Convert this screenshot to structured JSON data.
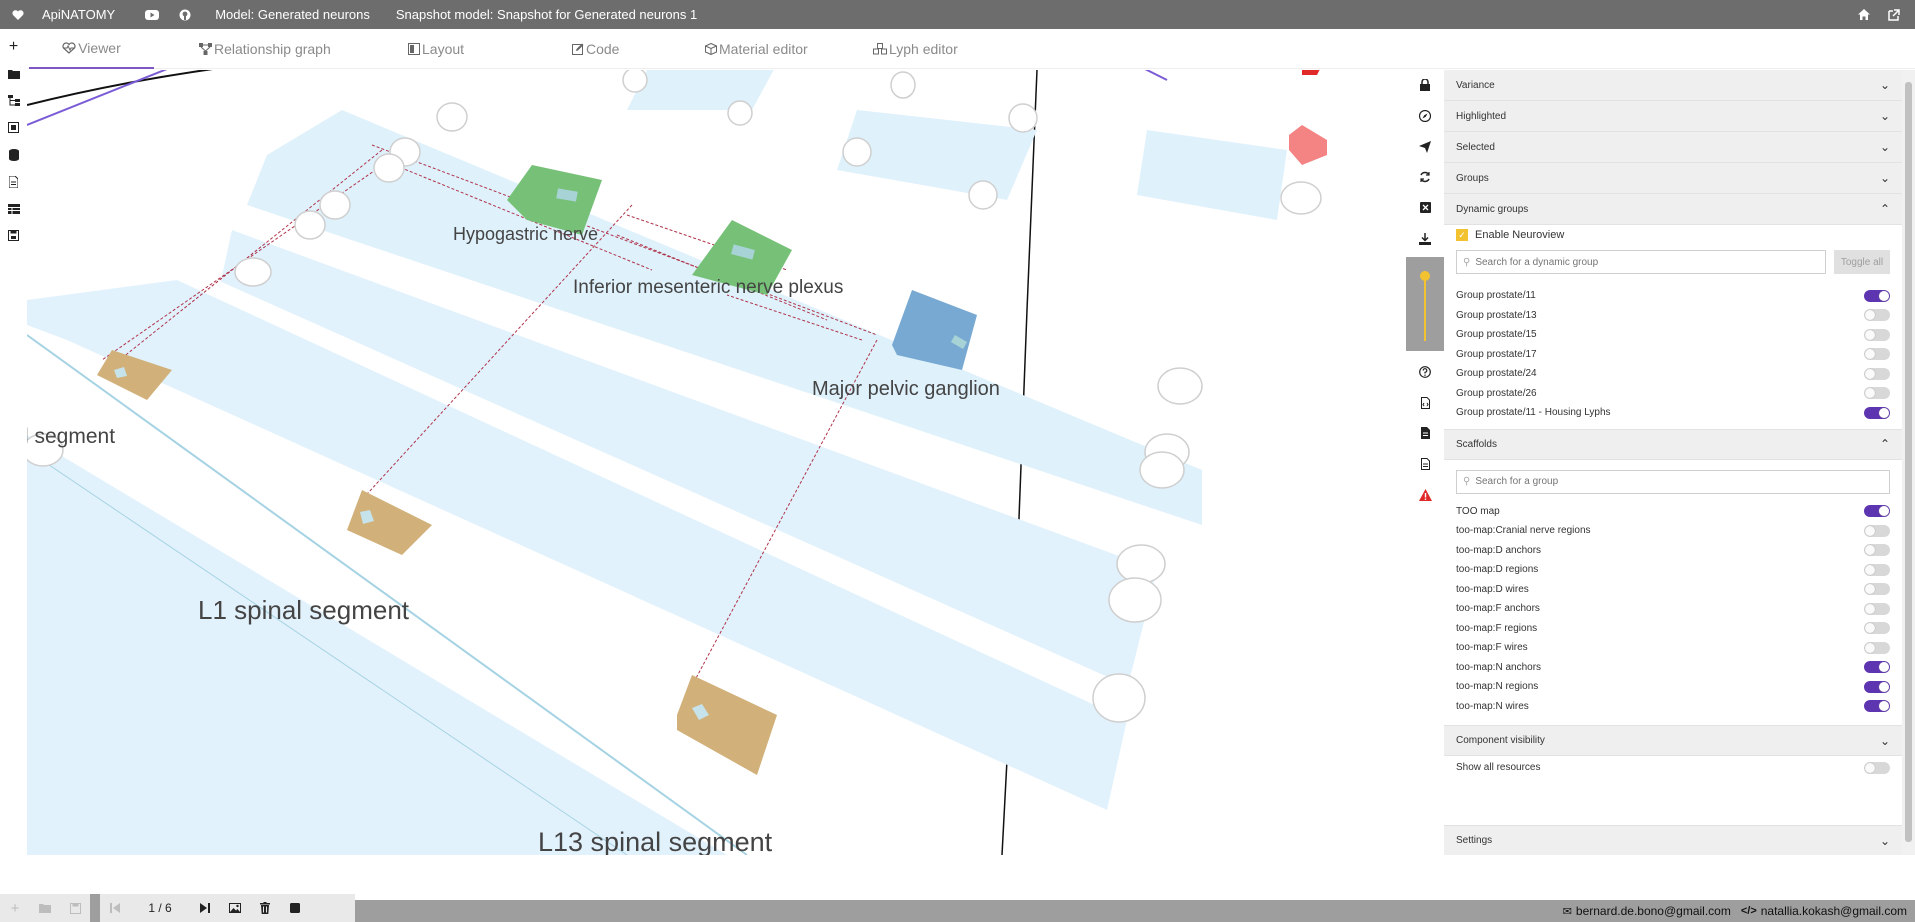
{
  "topbar": {
    "app_name": "ApiNATOMY",
    "model_label": "Model: Generated neurons",
    "snapshot_label": "Snapshot model: Snapshot for Generated neurons 1"
  },
  "tabs": [
    {
      "label": "Viewer",
      "icon": "heart-pulse-icon"
    },
    {
      "label": "Relationship graph",
      "icon": "graph-icon"
    },
    {
      "label": "Layout",
      "icon": "layout-icon"
    },
    {
      "label": "Code",
      "icon": "edit-icon"
    },
    {
      "label": "Material editor",
      "icon": "cube-icon"
    },
    {
      "label": "Lyph editor",
      "icon": "cubes-icon"
    }
  ],
  "canvas": {
    "labels": {
      "hypogastric": "Hypogastric nerve",
      "inferior": "Inferior mesenteric nerve plexus",
      "major": "Major pelvic ganglion",
      "segment_partial": "l segment",
      "l1": "L1 spinal segment",
      "l13": "L13 spinal segment"
    }
  },
  "panel": {
    "sections": {
      "variance": "Variance",
      "highlighted": "Highlighted",
      "selected": "Selected",
      "groups": "Groups",
      "dynamic_groups": "Dynamic groups",
      "scaffolds": "Scaffolds",
      "component_visibility": "Component visibility",
      "settings": "Settings"
    },
    "dynamic": {
      "enable_label": "Enable Neuroview",
      "search_placeholder": "Search for a dynamic group",
      "toggle_all": "Toggle all",
      "items": [
        {
          "label": "Group prostate/11",
          "on": true
        },
        {
          "label": "Group prostate/13",
          "on": false
        },
        {
          "label": "Group prostate/15",
          "on": false
        },
        {
          "label": "Group prostate/17",
          "on": false
        },
        {
          "label": "Group prostate/24",
          "on": false
        },
        {
          "label": "Group prostate/26",
          "on": false
        },
        {
          "label": "Group prostate/11 - Housing Lyphs",
          "on": true
        }
      ]
    },
    "scaffolds": {
      "search_placeholder": "Search for a group",
      "items": [
        {
          "label": "TOO map",
          "on": true
        },
        {
          "label": "too-map:Cranial nerve regions",
          "on": false
        },
        {
          "label": "too-map:D anchors",
          "on": false
        },
        {
          "label": "too-map:D regions",
          "on": false
        },
        {
          "label": "too-map:D wires",
          "on": false
        },
        {
          "label": "too-map:F anchors",
          "on": false
        },
        {
          "label": "too-map:F regions",
          "on": false
        },
        {
          "label": "too-map:F wires",
          "on": false
        },
        {
          "label": "too-map:N anchors",
          "on": true
        },
        {
          "label": "too-map:N regions",
          "on": true
        },
        {
          "label": "too-map:N wires",
          "on": true
        }
      ]
    },
    "visibility": {
      "show_all": "Show all resources",
      "on": false
    }
  },
  "snapshot": {
    "counter": "1 / 6"
  },
  "contacts": {
    "email1": "bernard.de.bono@gmail.com",
    "email2": "natallia.kokash@gmail.com"
  }
}
